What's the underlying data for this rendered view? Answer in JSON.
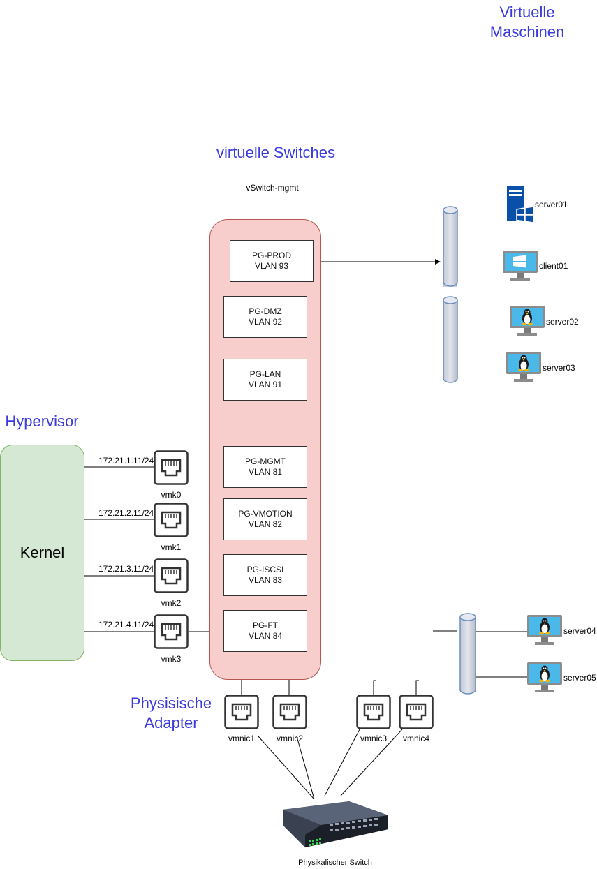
{
  "headings": {
    "vms": "Virtuelle\nMaschinen",
    "vswitches": "virtuelle Switches",
    "hypervisor": "Hypervisor",
    "physical_adapters": "Physisische\nAdapter"
  },
  "vswitch": {
    "name": "vSwitch-mgmt"
  },
  "portgroups": [
    {
      "name": "PG-PROD",
      "vlan": "VLAN 93"
    },
    {
      "name": "PG-DMZ",
      "vlan": "VLAN 92"
    },
    {
      "name": "PG-LAN",
      "vlan": "VLAN 91"
    },
    {
      "name": "PG-MGMT",
      "vlan": "VLAN 81"
    },
    {
      "name": "PG-VMOTION",
      "vlan": "VLAN 82"
    },
    {
      "name": "PG-ISCSI",
      "vlan": "VLAN 83"
    },
    {
      "name": "PG-FT",
      "vlan": "VLAN 84"
    }
  ],
  "kernel": {
    "label": "Kernel"
  },
  "vmkernel_ports": [
    {
      "name": "vmk0",
      "ip": "172.21.1.11/24"
    },
    {
      "name": "vmk1",
      "ip": "172.21.2.11/24"
    },
    {
      "name": "vmk2",
      "ip": "172.21.3.11/24"
    },
    {
      "name": "vmk3",
      "ip": "172.21.4.11/24"
    }
  ],
  "vmnics": [
    {
      "name": "vmnic1"
    },
    {
      "name": "vmnic2"
    },
    {
      "name": "vmnic3"
    },
    {
      "name": "vmnic4"
    }
  ],
  "vms": [
    {
      "name": "server01",
      "icon": "windows-server-icon"
    },
    {
      "name": "client01",
      "icon": "windows-desktop-icon"
    },
    {
      "name": "server02",
      "icon": "linux-desktop-icon"
    },
    {
      "name": "server03",
      "icon": "linux-desktop-icon"
    },
    {
      "name": "server04",
      "icon": "linux-desktop-icon"
    },
    {
      "name": "server05",
      "icon": "linux-desktop-icon"
    }
  ],
  "physical_switch": {
    "label": "Physikalischer Switch"
  },
  "colors": {
    "heading": "#3b3bdd",
    "vswitch_fill": "#f8cecc",
    "kernel_fill": "#d5e8d4",
    "bus_fill": "#d0d4e0",
    "bus_stroke": "#6c8ebf"
  }
}
